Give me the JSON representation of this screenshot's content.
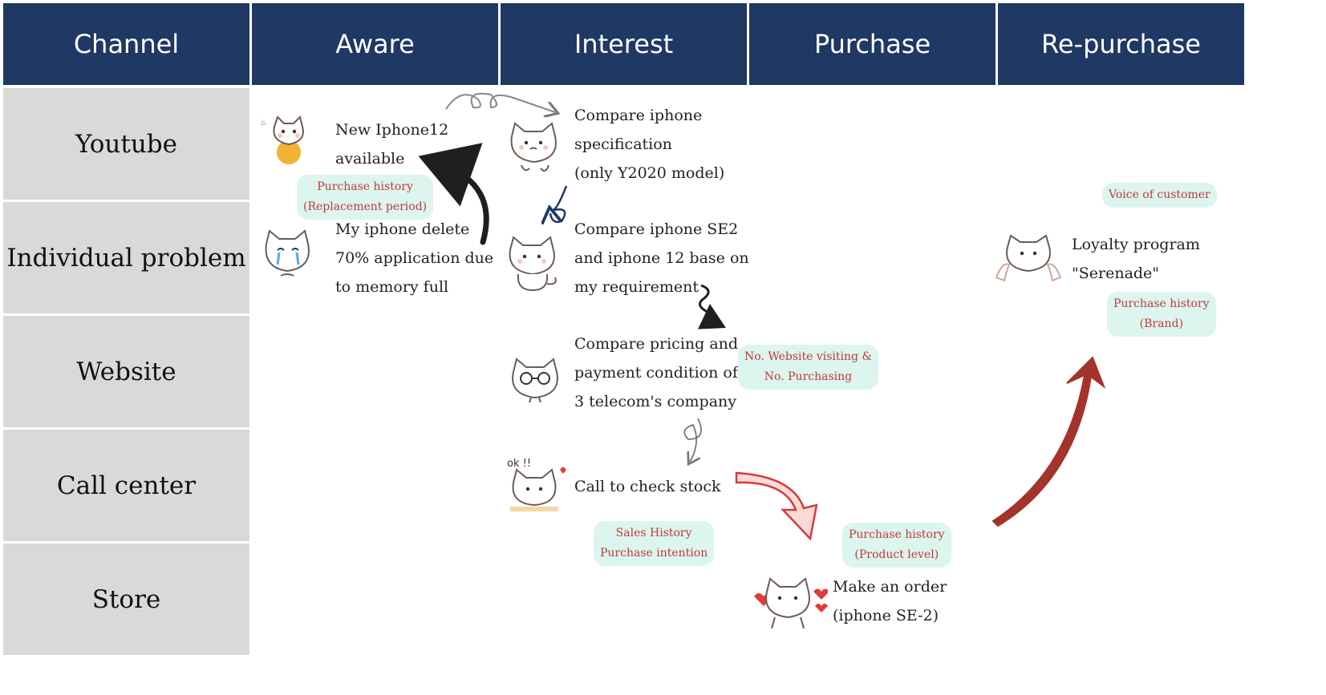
{
  "headers": {
    "channel": "Channel",
    "aware": "Aware",
    "interest": "Interest",
    "purchase": "Purchase",
    "repurchase": "Re-purchase"
  },
  "rows": {
    "youtube": "Youtube",
    "individual_problem": "Individual problem",
    "website": "Website",
    "call_center": "Call center",
    "store": "Store"
  },
  "notes": {
    "new_iphone": [
      "New Iphone12",
      "available"
    ],
    "iphone_delete": [
      "My iphone delete",
      "70% application due",
      "to memory full"
    ],
    "compare_spec": [
      "Compare iphone",
      "specification",
      "(only Y2020 model)"
    ],
    "compare_se2": [
      "Compare iphone SE2",
      "and iphone 12 base on",
      "my requirement"
    ],
    "compare_pricing": [
      "Compare pricing and",
      "payment condition of",
      "3 telecom's company"
    ],
    "call_stock": [
      "Call to check stock"
    ],
    "make_order": [
      "Make an order",
      "(iphone SE-2)"
    ],
    "loyalty": [
      "Loyalty program",
      "\"Serenade\""
    ]
  },
  "tags": {
    "purchase_history_replacement": [
      "Purchase history",
      "(Replacement period)"
    ],
    "no_website": [
      "No. Website visiting &",
      "No. Purchasing"
    ],
    "sales_history": [
      "Sales History",
      "Purchase intention"
    ],
    "purchase_history_product": [
      "Purchase history",
      "(Product level)"
    ],
    "voice_of_customer": [
      "Voice of customer"
    ],
    "purchase_history_brand": [
      "Purchase history",
      "(Brand)"
    ]
  },
  "sticker_text": {
    "ok": "ok !!"
  },
  "colors": {
    "header_bg": "#1f3864",
    "row_bg": "#d9d9d9",
    "tag_bg": "#dcf5ee",
    "tag_text": "#c0393b",
    "big_arrow": "#a3332b",
    "red_arrow": "#d63a3a"
  }
}
